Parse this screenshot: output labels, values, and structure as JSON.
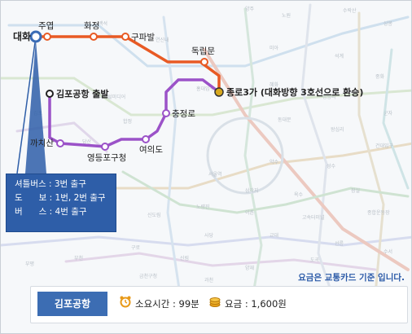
{
  "stations": {
    "daehwa": "대화",
    "juyeop": "주엽",
    "hwajeong": "화정",
    "gupabal": "구파발",
    "dongnimmun": "독립문",
    "jongno3ga": "종로3가 (대화방향 3호선으로 환승)",
    "gimpo_departure": "김포공항 출발",
    "chungjeongno": "충정로",
    "kkachisan": "까치산",
    "yeouido": "여의도",
    "yeongdeungpo_gucheong": "영등포구청"
  },
  "info_box": {
    "shuttle": "셔틀버스 : 3번 출구",
    "walk": "도      보 : 1번, 2번 출구",
    "bus": "버      스 : 4번 출구"
  },
  "fare_note": "요금은 교통카드 기준 입니다.",
  "summary": {
    "origin": "김포공항",
    "duration_label": "소요시간 : 99분",
    "fare_label": "요금 : 1,600원"
  },
  "colors": {
    "line3": "#e85a24",
    "line5": "#9b52c8",
    "info_bg": "#2e5ea8",
    "origin_marker": "#3a6cb6"
  },
  "icons": [
    "alarm-clock-icon",
    "coin-stack-icon"
  ]
}
